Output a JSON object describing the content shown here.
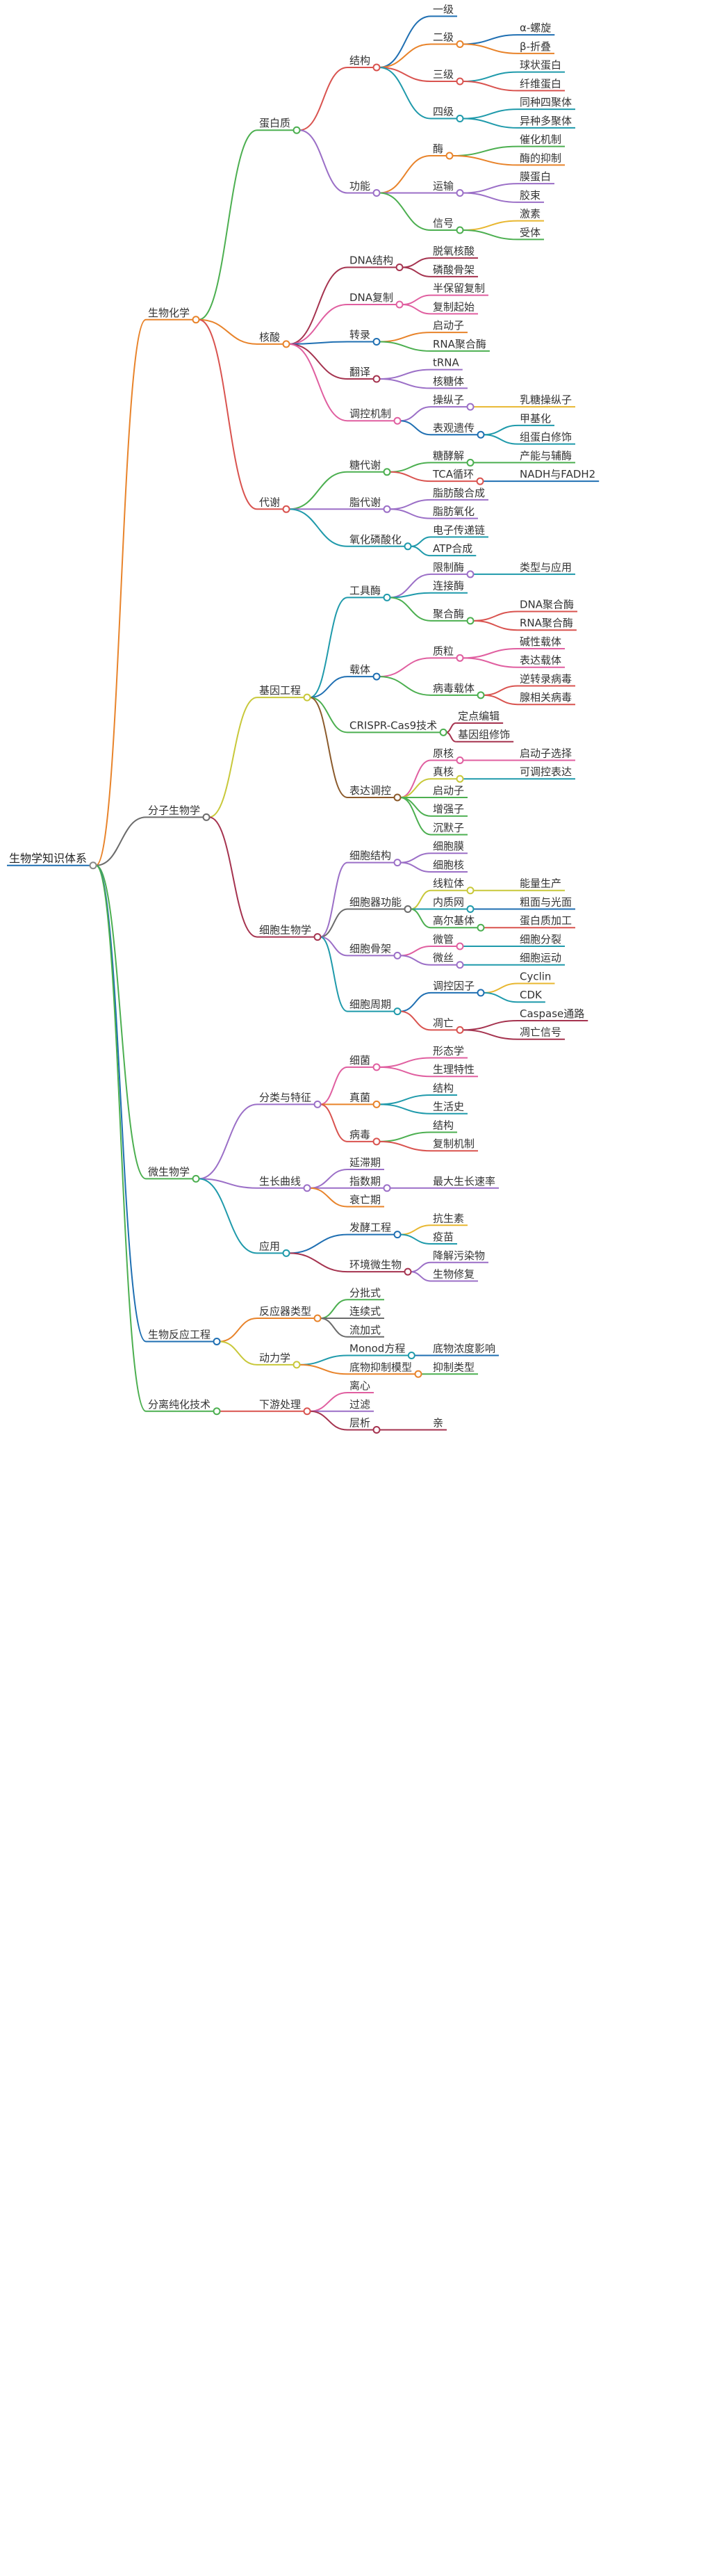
{
  "root": {
    "label": "生物学知识体系",
    "children": [
      {
        "label": "生物化学",
        "color": "#E8832A",
        "children": [
          {
            "label": "蛋白质",
            "color": "#4CAF50",
            "children": [
              {
                "label": "结构",
                "color": "#D9534F",
                "children": [
                  {
                    "label": "一级",
                    "color": "#1F6FB2"
                  },
                  {
                    "label": "二级",
                    "color": "#E8832A",
                    "children": [
                      {
                        "label": "α-螺旋",
                        "color": "#1F6FB2"
                      },
                      {
                        "label": "β-折叠",
                        "color": "#E8832A"
                      }
                    ]
                  },
                  {
                    "label": "三级",
                    "color": "#D9534F",
                    "children": [
                      {
                        "label": "球状蛋白",
                        "color": "#1F9AAB"
                      },
                      {
                        "label": "纤维蛋白",
                        "color": "#D9534F"
                      }
                    ]
                  },
                  {
                    "label": "四级",
                    "color": "#1F9AAB",
                    "children": [
                      {
                        "label": "同种四聚体",
                        "color": "#1F9AAB"
                      },
                      {
                        "label": "异种多聚体",
                        "color": "#1F9AAB"
                      }
                    ]
                  }
                ]
              },
              {
                "label": "功能",
                "color": "#9B6FC7",
                "children": [
                  {
                    "label": "酶",
                    "color": "#E8832A",
                    "children": [
                      {
                        "label": "催化机制",
                        "color": "#4CAF50"
                      },
                      {
                        "label": "酶的抑制",
                        "color": "#E8832A"
                      }
                    ]
                  },
                  {
                    "label": "运输",
                    "color": "#9B6FC7",
                    "children": [
                      {
                        "label": "膜蛋白",
                        "color": "#9B6FC7"
                      },
                      {
                        "label": "胶束",
                        "color": "#9B6FC7"
                      }
                    ]
                  },
                  {
                    "label": "信号",
                    "color": "#4CAF50",
                    "children": [
                      {
                        "label": "激素",
                        "color": "#E8B730"
                      },
                      {
                        "label": "受体",
                        "color": "#4CAF50"
                      }
                    ]
                  }
                ]
              }
            ]
          },
          {
            "label": "核酸",
            "color": "#E8832A",
            "children": [
              {
                "label": "DNA结构",
                "color": "#A5334F",
                "children": [
                  {
                    "label": "脱氧核酸",
                    "color": "#A5334F"
                  },
                  {
                    "label": "磷酸骨架",
                    "color": "#A5334F"
                  }
                ]
              },
              {
                "label": "DNA复制",
                "color": "#E05FA0",
                "children": [
                  {
                    "label": "半保留复制",
                    "color": "#E05FA0"
                  },
                  {
                    "label": "复制起始",
                    "color": "#E05FA0"
                  }
                ]
              },
              {
                "label": "转录",
                "color": "#1F6FB2",
                "children": [
                  {
                    "label": "启动子",
                    "color": "#E8832A"
                  },
                  {
                    "label": "RNA聚合酶",
                    "color": "#4CAF50"
                  }
                ]
              },
              {
                "label": "翻译",
                "color": "#A5334F",
                "children": [
                  {
                    "label": "tRNA",
                    "color": "#9B6FC7"
                  },
                  {
                    "label": "核糖体",
                    "color": "#9B6FC7"
                  }
                ]
              },
              {
                "label": "调控机制",
                "color": "#E05FA0",
                "children": [
                  {
                    "label": "操纵子",
                    "color": "#9B6FC7",
                    "children": [
                      {
                        "label": "乳糖操纵子",
                        "color": "#E8B730"
                      }
                    ]
                  },
                  {
                    "label": "表观遗传",
                    "color": "#1F6FB2",
                    "children": [
                      {
                        "label": "甲基化",
                        "color": "#1F9AAB"
                      },
                      {
                        "label": "组蛋白修饰",
                        "color": "#1F9AAB"
                      }
                    ]
                  }
                ]
              }
            ]
          },
          {
            "label": "代谢",
            "color": "#D9534F",
            "children": [
              {
                "label": "糖代谢",
                "color": "#4CAF50",
                "children": [
                  {
                    "label": "糖酵解",
                    "color": "#4CAF50",
                    "children": [
                      {
                        "label": "产能与辅酶",
                        "color": "#4CAF50"
                      }
                    ]
                  },
                  {
                    "label": "TCA循环",
                    "color": "#D9534F",
                    "children": [
                      {
                        "label": "NADH与FADH2",
                        "color": "#1F6FB2"
                      }
                    ]
                  }
                ]
              },
              {
                "label": "脂代谢",
                "color": "#9B6FC7",
                "children": [
                  {
                    "label": "脂肪酸合成",
                    "color": "#9B6FC7"
                  },
                  {
                    "label": "脂肪氧化",
                    "color": "#9B6FC7"
                  }
                ]
              },
              {
                "label": "氧化磷酸化",
                "color": "#1F9AAB",
                "children": [
                  {
                    "label": "电子传递链",
                    "color": "#1F9AAB"
                  },
                  {
                    "label": "ATP合成",
                    "color": "#1F9AAB"
                  }
                ]
              }
            ]
          }
        ]
      },
      {
        "label": "分子生物学",
        "color": "#6B6B6B",
        "children": [
          {
            "label": "基因工程",
            "color": "#C8C83A",
            "children": [
              {
                "label": "工具酶",
                "color": "#1F9AAB",
                "children": [
                  {
                    "label": "限制酶",
                    "color": "#9B6FC7",
                    "children": [
                      {
                        "label": "类型与应用",
                        "color": "#1F9AAB"
                      }
                    ]
                  },
                  {
                    "label": "连接酶",
                    "color": "#1F9AAB"
                  },
                  {
                    "label": "聚合酶",
                    "color": "#4CAF50",
                    "children": [
                      {
                        "label": "DNA聚合酶",
                        "color": "#D9534F"
                      },
                      {
                        "label": "RNA聚合酶",
                        "color": "#D9534F"
                      }
                    ]
                  }
                ]
              },
              {
                "label": "载体",
                "color": "#1F6FB2",
                "children": [
                  {
                    "label": "质粒",
                    "color": "#E05FA0",
                    "children": [
                      {
                        "label": "碱性载体",
                        "color": "#E05FA0"
                      },
                      {
                        "label": "表达载体",
                        "color": "#E05FA0"
                      }
                    ]
                  },
                  {
                    "label": "病毒载体",
                    "color": "#4CAF50",
                    "children": [
                      {
                        "label": "逆转录病毒",
                        "color": "#D9534F"
                      },
                      {
                        "label": "腺相关病毒",
                        "color": "#D9534F"
                      }
                    ]
                  }
                ]
              },
              {
                "label": "CRISPR-Cas9技术",
                "color": "#4CAF50",
                "children": [
                  {
                    "label": "定点编辑",
                    "color": "#A5334F"
                  },
                  {
                    "label": "基因组修饰",
                    "color": "#A5334F"
                  }
                ]
              },
              {
                "label": "表达调控",
                "color": "#8B5A2B",
                "children": [
                  {
                    "label": "原核",
                    "color": "#E05FA0",
                    "children": [
                      {
                        "label": "启动子选择",
                        "color": "#E05FA0"
                      }
                    ]
                  },
                  {
                    "label": "真核",
                    "color": "#C8C83A",
                    "children": [
                      {
                        "label": "可调控表达",
                        "color": "#1F9AAB"
                      }
                    ]
                  },
                  {
                    "label": "启动子",
                    "color": "#4CAF50"
                  },
                  {
                    "label": "增强子",
                    "color": "#4CAF50"
                  },
                  {
                    "label": "沉默子",
                    "color": "#4CAF50"
                  }
                ]
              }
            ]
          },
          {
            "label": "细胞生物学",
            "color": "#A5334F",
            "children": [
              {
                "label": "细胞结构",
                "color": "#9B6FC7",
                "children": [
                  {
                    "label": "细胞膜",
                    "color": "#9B6FC7"
                  },
                  {
                    "label": "细胞核",
                    "color": "#9B6FC7"
                  }
                ]
              },
              {
                "label": "细胞器功能",
                "color": "#6B6B6B",
                "children": [
                  {
                    "label": "线粒体",
                    "color": "#C8C83A",
                    "children": [
                      {
                        "label": "能量生产",
                        "color": "#C8C83A"
                      }
                    ]
                  },
                  {
                    "label": "内质网",
                    "color": "#1F9AAB",
                    "children": [
                      {
                        "label": "粗面与光面",
                        "color": "#1F6FB2"
                      }
                    ]
                  },
                  {
                    "label": "高尔基体",
                    "color": "#4CAF50",
                    "children": [
                      {
                        "label": "蛋白质加工",
                        "color": "#D9534F"
                      }
                    ]
                  }
                ]
              },
              {
                "label": "细胞骨架",
                "color": "#9B6FC7",
                "children": [
                  {
                    "label": "微管",
                    "color": "#E05FA0",
                    "children": [
                      {
                        "label": "细胞分裂",
                        "color": "#1F9AAB"
                      }
                    ]
                  },
                  {
                    "label": "微丝",
                    "color": "#9B6FC7",
                    "children": [
                      {
                        "label": "细胞运动",
                        "color": "#1F9AAB"
                      }
                    ]
                  }
                ]
              },
              {
                "label": "细胞周期",
                "color": "#1F9AAB",
                "children": [
                  {
                    "label": "调控因子",
                    "color": "#1F6FB2",
                    "children": [
                      {
                        "label": "Cyclin",
                        "color": "#E8B730"
                      },
                      {
                        "label": "CDK",
                        "color": "#1F9AAB"
                      }
                    ]
                  },
                  {
                    "label": "凋亡",
                    "color": "#D9534F",
                    "children": [
                      {
                        "label": "Caspase通路",
                        "color": "#A5334F"
                      },
                      {
                        "label": "凋亡信号",
                        "color": "#A5334F"
                      }
                    ]
                  }
                ]
              }
            ]
          }
        ]
      },
      {
        "label": "微生物学",
        "color": "#4CAF50",
        "children": [
          {
            "label": "分类与特征",
            "color": "#9B6FC7",
            "children": [
              {
                "label": "细菌",
                "color": "#E05FA0",
                "children": [
                  {
                    "label": "形态学",
                    "color": "#E05FA0"
                  },
                  {
                    "label": "生理特性",
                    "color": "#E05FA0"
                  }
                ]
              },
              {
                "label": "真菌",
                "color": "#E8832A",
                "children": [
                  {
                    "label": "结构",
                    "color": "#1F9AAB"
                  },
                  {
                    "label": "生活史",
                    "color": "#1F9AAB"
                  }
                ]
              },
              {
                "label": "病毒",
                "color": "#D9534F",
                "children": [
                  {
                    "label": "结构",
                    "color": "#4CAF50"
                  },
                  {
                    "label": "复制机制",
                    "color": "#D9534F"
                  }
                ]
              }
            ]
          },
          {
            "label": "生长曲线",
            "color": "#9B6FC7",
            "children": [
              {
                "label": "延滞期",
                "color": "#9B6FC7"
              },
              {
                "label": "指数期",
                "color": "#9B6FC7",
                "children": [
                  {
                    "label": "最大生长速率",
                    "color": "#9B6FC7"
                  }
                ]
              },
              {
                "label": "衰亡期",
                "color": "#E8832A"
              }
            ]
          },
          {
            "label": "应用",
            "color": "#1F9AAB",
            "children": [
              {
                "label": "发酵工程",
                "color": "#1F6FB2",
                "children": [
                  {
                    "label": "抗生素",
                    "color": "#E8B730"
                  },
                  {
                    "label": "疫苗",
                    "color": "#1F9AAB"
                  }
                ]
              },
              {
                "label": "环境微生物",
                "color": "#A5334F",
                "children": [
                  {
                    "label": "降解污染物",
                    "color": "#9B6FC7"
                  },
                  {
                    "label": "生物修复",
                    "color": "#9B6FC7"
                  }
                ]
              }
            ]
          }
        ]
      },
      {
        "label": "生物反应工程",
        "color": "#1F6FB2",
        "children": [
          {
            "label": "反应器类型",
            "color": "#E8832A",
            "children": [
              {
                "label": "分批式",
                "color": "#4CAF50"
              },
              {
                "label": "连续式",
                "color": "#6B6B6B"
              },
              {
                "label": "流加式",
                "color": "#6B6B6B"
              }
            ]
          },
          {
            "label": "动力学",
            "color": "#C8C83A",
            "children": [
              {
                "label": "Monod方程",
                "color": "#1F9AAB",
                "children": [
                  {
                    "label": "底物浓度影响",
                    "color": "#1F6FB2"
                  }
                ]
              },
              {
                "label": "底物抑制模型",
                "color": "#E8832A",
                "children": [
                  {
                    "label": "抑制类型",
                    "color": "#4CAF50"
                  }
                ]
              }
            ]
          }
        ]
      },
      {
        "label": "分离纯化技术",
        "color": "#4CAF50",
        "children": [
          {
            "label": "下游处理",
            "color": "#D9534F",
            "children": [
              {
                "label": "离心",
                "color": "#E05FA0"
              },
              {
                "label": "过滤",
                "color": "#9B6FC7"
              },
              {
                "label": "层析",
                "color": "#A5334F",
                "children": [
                  {
                    "label": "亲",
                    "color": "#A5334F"
                  }
                ]
              }
            ]
          }
        ]
      }
    ]
  }
}
